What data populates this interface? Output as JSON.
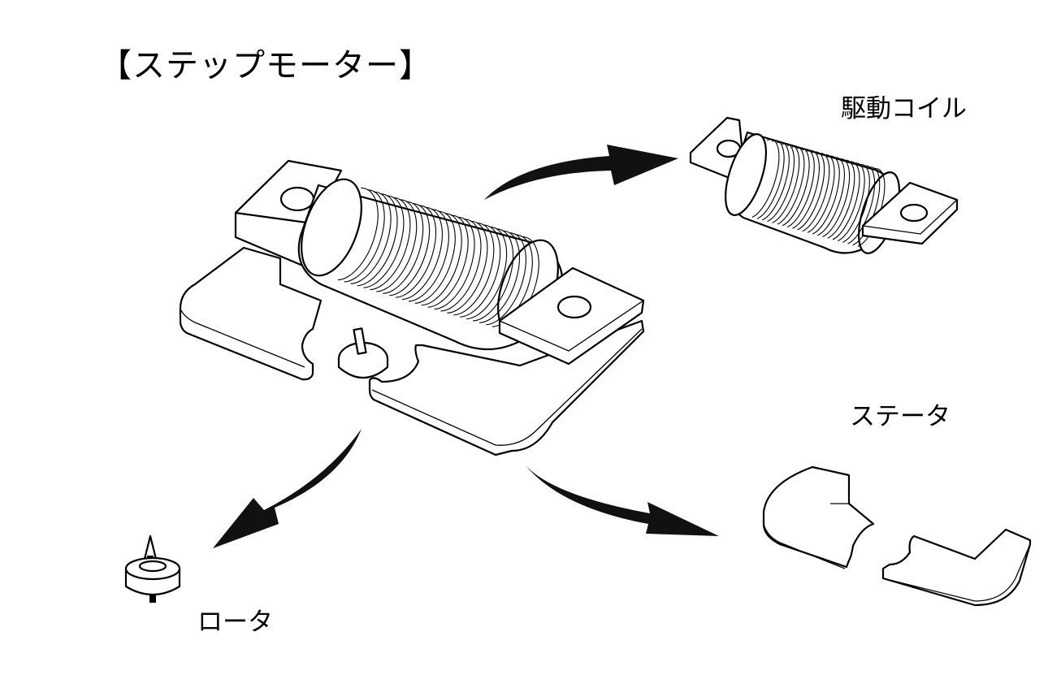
{
  "diagram": {
    "title": "【ステップモーター】",
    "components": [
      {
        "id": "drive-coil",
        "label": "駆動コイル"
      },
      {
        "id": "stator",
        "label": "ステータ"
      },
      {
        "id": "rotor",
        "label": "ロータ"
      }
    ],
    "arrows": [
      {
        "from": "assembly",
        "to": "drive-coil"
      },
      {
        "from": "assembly",
        "to": "rotor"
      },
      {
        "from": "assembly",
        "to": "stator"
      }
    ],
    "colors": {
      "ink": "#000000",
      "background": "#ffffff"
    }
  }
}
